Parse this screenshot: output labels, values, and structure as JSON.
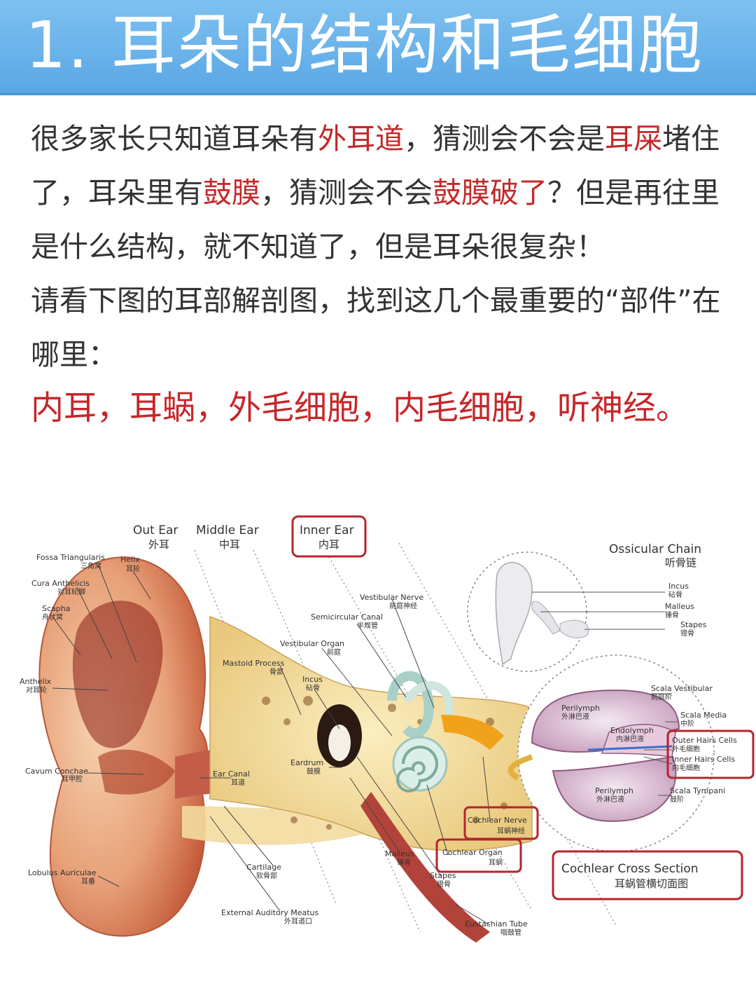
{
  "header": {
    "title": "1. 耳朵的结构和毛细胞"
  },
  "intro": {
    "s1": "很多家长只知道耳朵有",
    "r1": "外耳道",
    "s2": "，猜测会不会是",
    "r2": "耳屎",
    "s3": "堵住了，耳朵里有",
    "r3": "鼓膜",
    "s4": "，猜测会不会",
    "r4": "鼓膜破了",
    "s5": "？但是再往里是什么结构，就不知道了，但是耳朵很复杂！",
    "s6": "请看下图的耳部解剖图，找到这几个最重要的“部件”在哪里："
  },
  "key_parts": "内耳，耳蜗，外毛细胞，内毛细胞，听神经。",
  "diagram": {
    "sections": {
      "outer": {
        "en": "Out Ear",
        "cn": "外耳"
      },
      "middle": {
        "en": "Middle Ear",
        "cn": "中耳"
      },
      "inner": {
        "en": "Inner Ear",
        "cn": "内耳"
      },
      "ossicular": {
        "en": "Ossicular Chain",
        "cn": "听骨链"
      },
      "cross": {
        "en": "Cochlear Cross Section",
        "cn": "耳蜗管横切面图"
      }
    },
    "labels": {
      "fossa": {
        "en": "Fossa Triangularis",
        "cn": "三角窝"
      },
      "helix": {
        "en": "Helix",
        "cn": "耳轮"
      },
      "cura": {
        "en": "Cura Anthelicis",
        "cn": "对耳轮脚"
      },
      "scapha": {
        "en": "Scapha",
        "cn": "舟状窝"
      },
      "anthelix": {
        "en": "Anthelix",
        "cn": "对耳轮"
      },
      "cavum": {
        "en": "Cavum Conchae",
        "cn": "耳甲腔"
      },
      "lobulus": {
        "en": "Lobulus Auriculae",
        "cn": "耳垂"
      },
      "mastoid": {
        "en": "Mastoid Process",
        "cn": "骨部"
      },
      "canal": {
        "en": "Ear Canal",
        "cn": "耳道"
      },
      "cartilage": {
        "en": "Cartilage",
        "cn": "软骨部"
      },
      "meatus": {
        "en": "External Auditory Meatus",
        "cn": "外耳道口"
      },
      "vestnerve": {
        "en": "Vestibular Nerve",
        "cn": "前庭神经"
      },
      "semi": {
        "en": "Semicircular Canal",
        "cn": "半规管"
      },
      "vestorgan": {
        "en": "Vestibular Organ",
        "cn": "前庭"
      },
      "incus": {
        "en": "Incus",
        "cn": "砧骨"
      },
      "eardrum": {
        "en": "Eardrum",
        "cn": "鼓膜"
      },
      "cochnerve": {
        "en": "Cochlear Nerve",
        "cn": "耳蜗神经"
      },
      "cochorgan": {
        "en": "Cochlear Organ",
        "cn": "耳蜗"
      },
      "malleus": {
        "en": "Malleus",
        "cn": "锤骨"
      },
      "stapes": {
        "en": "Stapes",
        "cn": "镫骨"
      },
      "eustachian": {
        "en": "Eustachian Tube",
        "cn": "咽鼓管"
      },
      "o_incus": {
        "en": "Incus",
        "cn": "砧骨"
      },
      "o_malleus": {
        "en": "Malleus",
        "cn": "锤骨"
      },
      "o_stapes": {
        "en": "Stapes",
        "cn": "镫骨"
      },
      "scala_v": {
        "en": "Scala Vestibular",
        "cn": "前庭阶"
      },
      "perilymph1": {
        "en": "Perilymph",
        "cn": "外淋巴液"
      },
      "scala_m": {
        "en": "Scala Media",
        "cn": "中阶"
      },
      "endolymph": {
        "en": "Endolymph",
        "cn": "内淋巴液"
      },
      "outer_hair": {
        "en": "Outer Hairs Cells",
        "cn": "外毛细胞"
      },
      "inner_hair": {
        "en": "Inner Hairs Cells",
        "cn": "内毛细胞"
      },
      "perilymph2": {
        "en": "Perilymph",
        "cn": "外淋巴液"
      },
      "scala_t": {
        "en": "Scala Tympani",
        "cn": "鼓阶"
      }
    }
  },
  "colors": {
    "banner": "#6bb5ec",
    "highlight": "#c4282a",
    "box": "#b5252b"
  }
}
